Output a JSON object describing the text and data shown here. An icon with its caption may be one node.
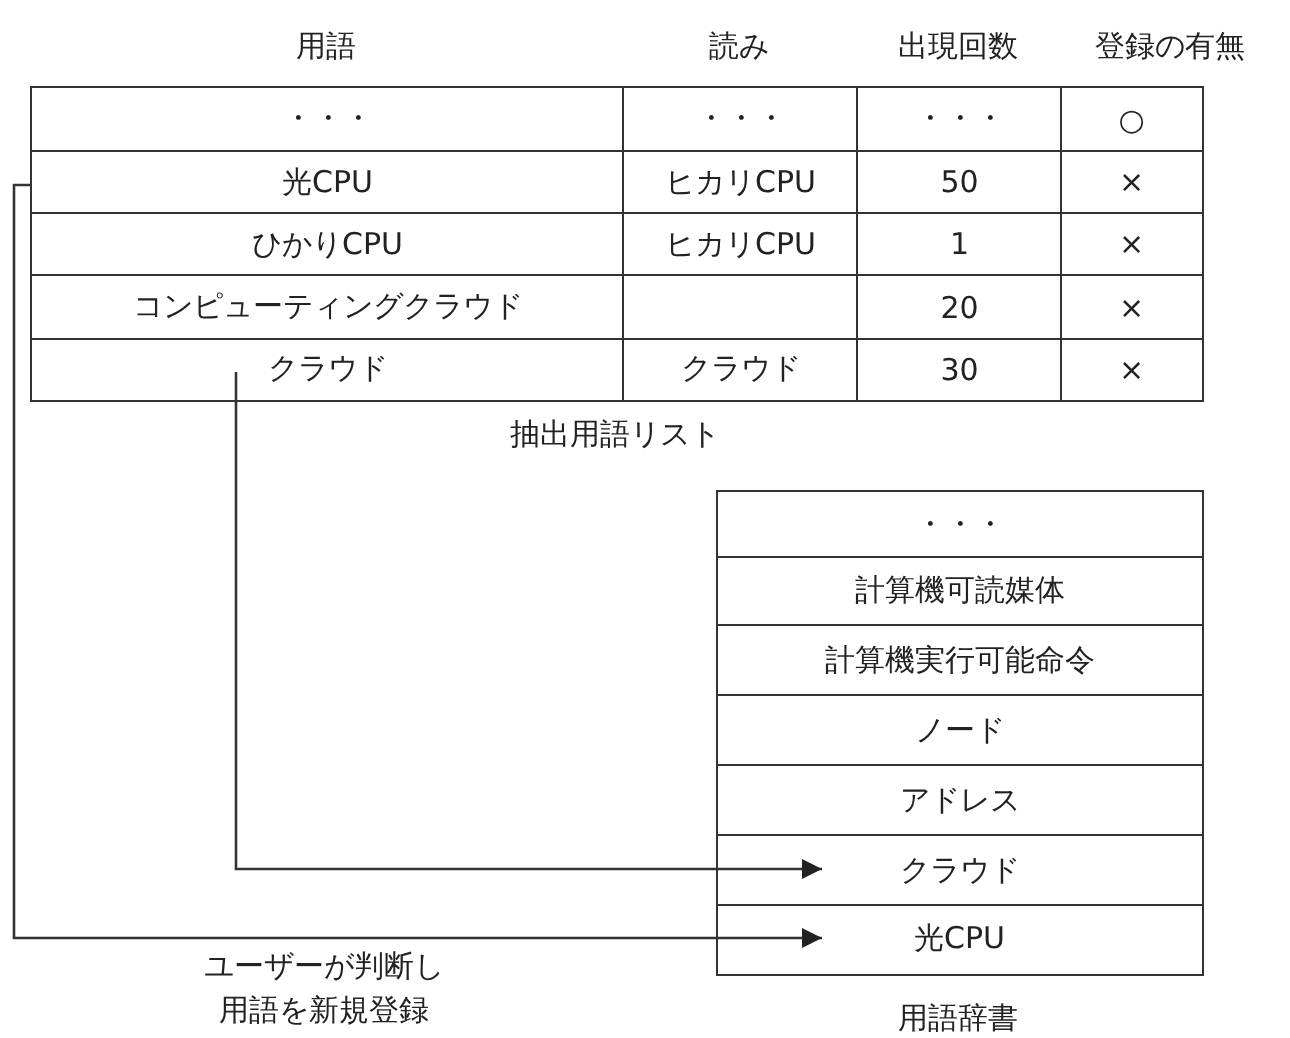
{
  "diagram": {
    "nodes": [
      {
        "text": [
          "抽出用語リスト"
        ]
      },
      {
        "text": [
          "・・・"
        ],
        "in": 0
      },
      {
        "text": [
          "・・・"
        ],
        "in": 0
      },
      {
        "text": [
          "・・・"
        ],
        "in": 0
      },
      {
        "text": [
          "○"
        ],
        "in": 0
      },
      {
        "text": [
          "光CPU"
        ],
        "in": 0
      },
      {
        "text": [
          "ヒカリCPU"
        ],
        "in": 0
      },
      {
        "text": [
          "50"
        ],
        "in": 0
      },
      {
        "text": [
          "×"
        ],
        "in": 0
      },
      {
        "text": [
          "ひかりCPU"
        ],
        "in": 0
      },
      {
        "text": [
          "ヒカリCPU"
        ],
        "in": 0
      },
      {
        "text": [
          "1"
        ],
        "in": 0
      },
      {
        "text": [
          "×"
        ],
        "in": 0
      },
      {
        "text": [
          "コンピューティングクラウド"
        ],
        "in": 0
      },
      {
        "text": [],
        "shape": "box",
        "in": 0
      },
      {
        "text": [
          "20"
        ],
        "in": 0
      },
      {
        "text": [
          "×"
        ],
        "in": 0
      },
      {
        "text": [
          "クラウド"
        ],
        "in": 0
      },
      {
        "text": [
          "クラウド"
        ],
        "in": 0
      },
      {
        "text": [
          "30"
        ],
        "in": 0
      },
      {
        "text": [
          "×"
        ],
        "in": 0
      },
      {
        "text": [
          "用語辞書"
        ]
      },
      {
        "text": [
          "・・・"
        ],
        "in": 21
      },
      {
        "text": [
          "計算機可読媒体"
        ],
        "in": 21
      },
      {
        "text": [
          "計算機実行可能命令"
        ],
        "in": 21
      },
      {
        "text": [
          "ノード"
        ],
        "in": 21
      },
      {
        "text": [
          "アドレス"
        ],
        "in": 21
      },
      {
        "text": [
          "クラウド"
        ],
        "in": 21
      },
      {
        "text": [
          "光CPU"
        ],
        "in": 21
      }
    ],
    "edges": [
      {
        "from": 5,
        "to": 28,
        "arrow": "to"
      },
      {
        "from": 17,
        "to": 27,
        "arrow": "to"
      }
    ],
    "labels": [
      "用語",
      "読み",
      "出現回数",
      "登録の有無",
      "ユーザーが判断し用語を新規登録"
    ]
  }
}
